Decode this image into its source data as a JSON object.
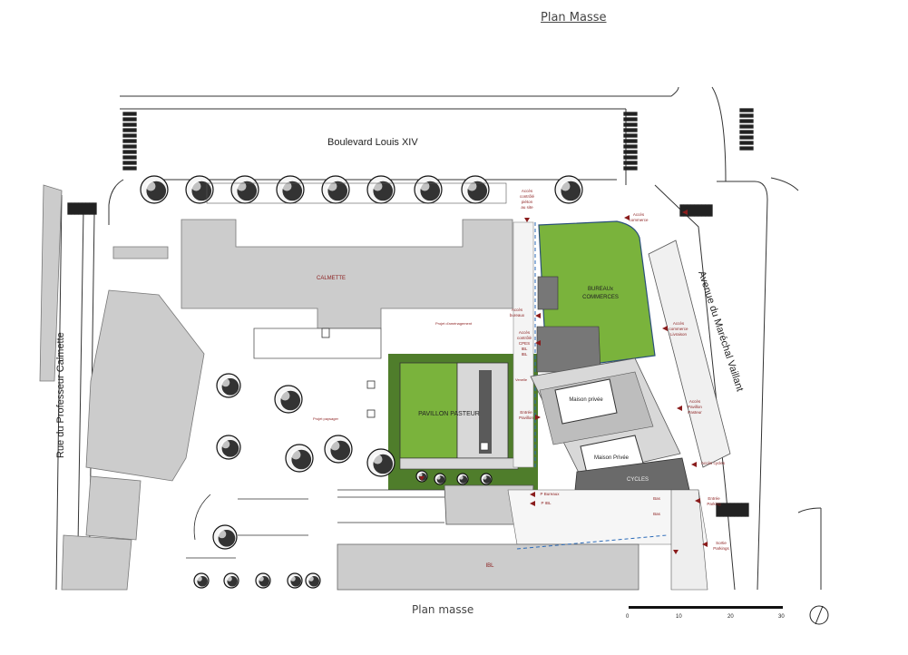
{
  "header": {
    "title": "Plan Masse"
  },
  "footer": {
    "caption": "Plan masse"
  },
  "streets": {
    "north": "Boulevard Louis XIV",
    "west": "Rue du Professeur Calmette",
    "east": "Avenue du Maréchal Vaillant"
  },
  "buildings": {
    "calmette": "CALMETTE",
    "pavillon": "PAVILLON PASTEUR",
    "bureaux": "BUREAUX COMMERCES",
    "maison1": "Maison privée",
    "maison2": "Maison Privée",
    "cycles": "CYCLES",
    "ibl": "IBL"
  },
  "project_labels": {
    "amenagement": "Projet d'aménagement",
    "paysager": "Projet paysager",
    "venelle": "Venelle"
  },
  "access_labels": {
    "acces_pieton": [
      "Accès",
      "contrôlé",
      "piéton",
      "au site"
    ],
    "acces_commerce_top": [
      "Accès",
      "commerce"
    ],
    "acces_bureaux": [
      "Accès",
      "bureaux"
    ],
    "acces_controle_cpes": [
      "Accès",
      "contrôlé",
      "CPES",
      "IBL",
      "IBL"
    ],
    "acces_commerce_right": [
      "Accès",
      "commerce",
      "Livraison"
    ],
    "acces_pavillon_right": [
      "Accès",
      "Pavillon",
      "Pasteur"
    ],
    "entree_pavillon": [
      "Entrée",
      "Pavillon"
    ],
    "acces_cycles": "Accès cycles",
    "p_bureaux": "P Bureaux",
    "p_ibl": "P IBL",
    "entree_parking": [
      "Entrée",
      "Parking"
    ],
    "sortie_parking": [
      "Sortie",
      "Parkings"
    ],
    "bas1": "Bas",
    "bas2": "Bas"
  },
  "scale_bar": {
    "ticks": [
      "0",
      "10",
      "20",
      "30"
    ]
  },
  "colors": {
    "building_grey": "#cccccc",
    "lawn_green": "#7ab33c",
    "dark_green": "#4f7d2b",
    "access_red": "#8a1c1c",
    "road_line": "#333333"
  }
}
